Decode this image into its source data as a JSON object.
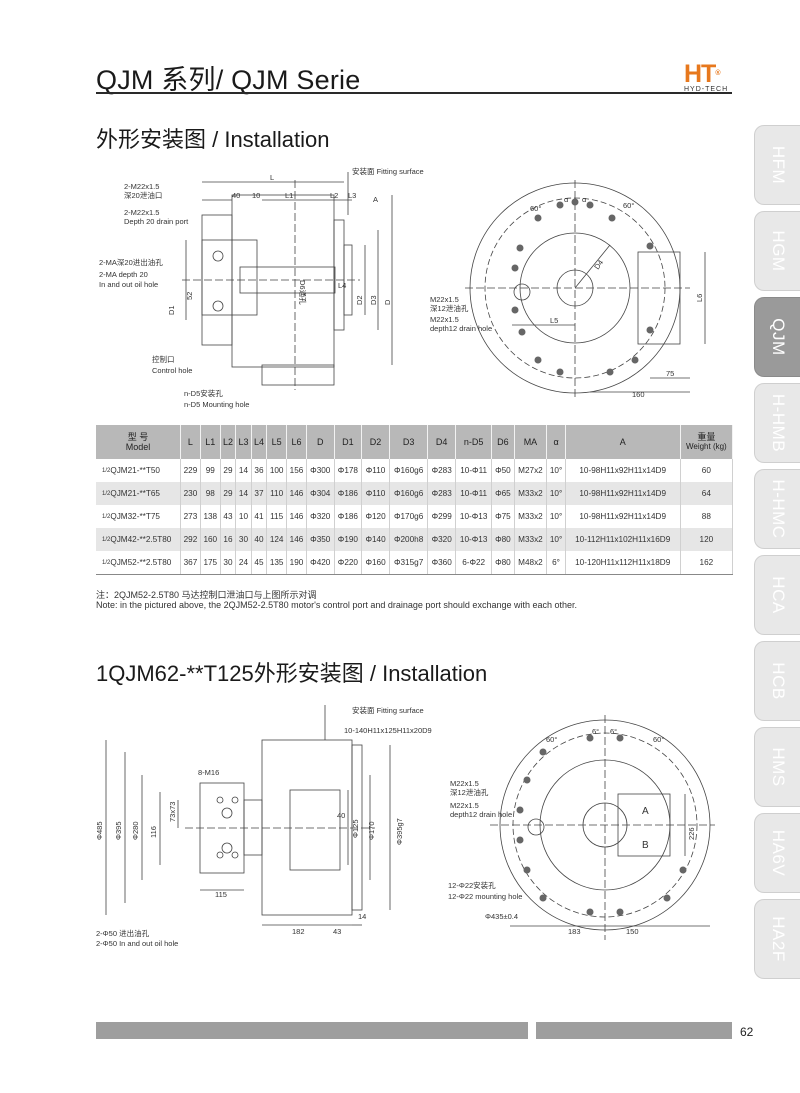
{
  "header": {
    "title": "QJM 系列/ QJM Serie",
    "logo_mark": "HT",
    "logo_reg": "®",
    "logo_sub": "HYD-TECH"
  },
  "sections": {
    "installation_title": "外形安装图 / Installation",
    "installation2_title": "1QJM62-**T125外形安装图 / Installation"
  },
  "side_tabs": [
    "HFM",
    "HGM",
    "QJM",
    "H-HMB",
    "H-HMC",
    "HCA",
    "HCB",
    "HMS",
    "HA6V",
    "HA2F"
  ],
  "diagram1": {
    "labels": {
      "m22_cn": "2-M22x1.5",
      "m22_cn2": "深20泄油口",
      "m22_en": "2-M22x1.5",
      "m22_en2": "Depth 20 drain port",
      "ma_cn": "2-MA深20进出油孔",
      "ma_en": "2-MA depth 20",
      "ma_en2": "In and out oil hole",
      "control_cn": "控制口",
      "control_en": "Control hole",
      "d5_cn": "n-D5安装孔",
      "d5_en": "n-D5 Mounting hole",
      "fitting": "安装面 Fitting surface",
      "d6_hole": "D6通孔",
      "L": "L",
      "L1": "L1",
      "L2": "L2",
      "L3": "L3",
      "L4": "L4",
      "A": "A",
      "d40": "40",
      "d10": "10",
      "d52": "52",
      "D1": "D1",
      "D2": "D2",
      "D3": "D3",
      "D": "D",
      "a60_left": "60°",
      "alpha1": "α",
      "alpha2": "α",
      "a60_right": "60°",
      "D4": "D4",
      "drain_cn": "M22x1.5",
      "drain_cn2": "深12泄油孔",
      "drain_en": "M22x1.5",
      "drain_en2": "depth12 drain hole",
      "L5": "L5",
      "L6": "L6",
      "d75": "75",
      "d160": "160"
    }
  },
  "table": {
    "headers": [
      {
        "cn": "型 号",
        "en": "Model"
      },
      {
        "cn": "",
        "en": "L"
      },
      {
        "cn": "",
        "en": "L1"
      },
      {
        "cn": "",
        "en": "L2"
      },
      {
        "cn": "",
        "en": "L3"
      },
      {
        "cn": "",
        "en": "L4"
      },
      {
        "cn": "",
        "en": "L5"
      },
      {
        "cn": "",
        "en": "L6"
      },
      {
        "cn": "",
        "en": "D"
      },
      {
        "cn": "",
        "en": "D1"
      },
      {
        "cn": "",
        "en": "D2"
      },
      {
        "cn": "",
        "en": "D3"
      },
      {
        "cn": "",
        "en": "D4"
      },
      {
        "cn": "",
        "en": "n-D5"
      },
      {
        "cn": "",
        "en": "D6"
      },
      {
        "cn": "",
        "en": "MA"
      },
      {
        "cn": "",
        "en": "α"
      },
      {
        "cn": "",
        "en": "A"
      },
      {
        "cn": "重量",
        "en": "Weight (kg)"
      }
    ],
    "rows": [
      {
        "frac": "1/2",
        "model": "QJM21-**T50",
        "cells": [
          "229",
          "99",
          "29",
          "14",
          "36",
          "100",
          "156",
          "Φ300",
          "Φ178",
          "Φ110",
          "Φ160g6",
          "Φ283",
          "10-Φ11",
          "Φ50",
          "M27x2",
          "10°",
          "10-98H11x92H11x14D9",
          "60"
        ]
      },
      {
        "frac": "1/2",
        "model": "QJM21-**T65",
        "cells": [
          "230",
          "98",
          "29",
          "14",
          "37",
          "110",
          "146",
          "Φ304",
          "Φ186",
          "Φ110",
          "Φ160g6",
          "Φ283",
          "10-Φ11",
          "Φ65",
          "M33x2",
          "10°",
          "10-98H11x92H11x14D9",
          "64"
        ]
      },
      {
        "frac": "1/2",
        "model": "QJM32-**T75",
        "cells": [
          "273",
          "138",
          "43",
          "10",
          "41",
          "115",
          "146",
          "Φ320",
          "Φ186",
          "Φ120",
          "Φ170g6",
          "Φ299",
          "10-Φ13",
          "Φ75",
          "M33x2",
          "10°",
          "10-98H11x92H11x14D9",
          "88"
        ]
      },
      {
        "frac": "1/2",
        "model": "QJM42-**2.5T80",
        "cells": [
          "292",
          "160",
          "16",
          "30",
          "40",
          "124",
          "146",
          "Φ350",
          "Φ190",
          "Φ140",
          "Φ200h8",
          "Φ320",
          "10-Φ13",
          "Φ80",
          "M33x2",
          "10°",
          "10-112H11x102H11x16D9",
          "120"
        ]
      },
      {
        "frac": "1/2",
        "model": "QJM52-**2.5T80",
        "cells": [
          "367",
          "175",
          "30",
          "24",
          "45",
          "135",
          "190",
          "Φ420",
          "Φ220",
          "Φ160",
          "Φ315g7",
          "Φ360",
          "6-Φ22",
          "Φ80",
          "M48x2",
          "6°",
          "10-120H11x112H11x18D9",
          "162"
        ]
      }
    ],
    "note_cn": "注：2QJM52-2.5T80 马达控制口泄油口与上图所示对调",
    "note_en": "Note: in the pictured above, the 2QJM52-2.5T80 motor's control port and drainage port should exchange with each other."
  },
  "diagram2": {
    "labels": {
      "fitting": "安装面 Fitting surface",
      "spline": "10-140H11x125H11x20D9",
      "m16": "8-M16",
      "d485": "Φ485",
      "d395": "Φ395",
      "d280": "Φ280",
      "d116": "116",
      "d73x73": "73x73",
      "d40": "40",
      "d125": "Φ125",
      "d170": "Φ170",
      "d395g7": "Φ395g7",
      "d115": "115",
      "d14": "14",
      "d182": "182",
      "d43": "43",
      "oil_cn": "2-Φ50 进出油孔",
      "oil_en": "2-Φ50 In and out oil hole",
      "a60_left": "60°",
      "a6_left": "6°",
      "a6_right": "6°",
      "a60_right": "60°",
      "drain_cn": "M22x1.5",
      "drain_cn2": "深12泄油孔",
      "drain_en": "M22x1.5",
      "drain_en2": "depth12 drain hole",
      "A": "A",
      "B": "B",
      "d226": "226",
      "mount_cn": "12-Φ22安装孔",
      "mount_en": "12-Φ22 mounting hole",
      "d435": "Φ435±0.4",
      "d183": "183",
      "d150": "150"
    }
  },
  "footer": {
    "page": "62"
  }
}
